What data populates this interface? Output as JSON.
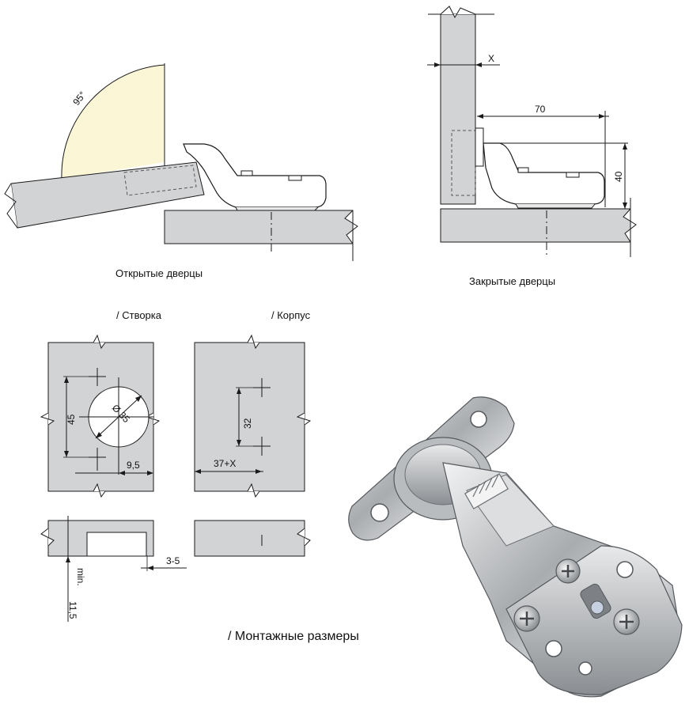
{
  "captions": {
    "open": "Открытые дверцы",
    "closed": "Закрытые дверцы",
    "door": "/ Створка",
    "cabinet": "/ Корпус",
    "mounting": "/ Монтажные размеры"
  },
  "dims": {
    "angle": "95°",
    "x": "X",
    "depth": "70",
    "height": "40",
    "hole_height": "45",
    "cup_diameter": "Ø 35",
    "edge_offset": "9,5",
    "plate_spacing": "32",
    "plate_offset": "37+X",
    "cup_depth": "3-5",
    "min_label": "min.",
    "min_value": "11,5"
  },
  "colors": {
    "panel": "#d2d3d5",
    "angle_fill": "#fbf6d6",
    "line": "#1a1a1a"
  },
  "icons": {
    "hinge_photo": "cabinet-hinge-photo"
  }
}
